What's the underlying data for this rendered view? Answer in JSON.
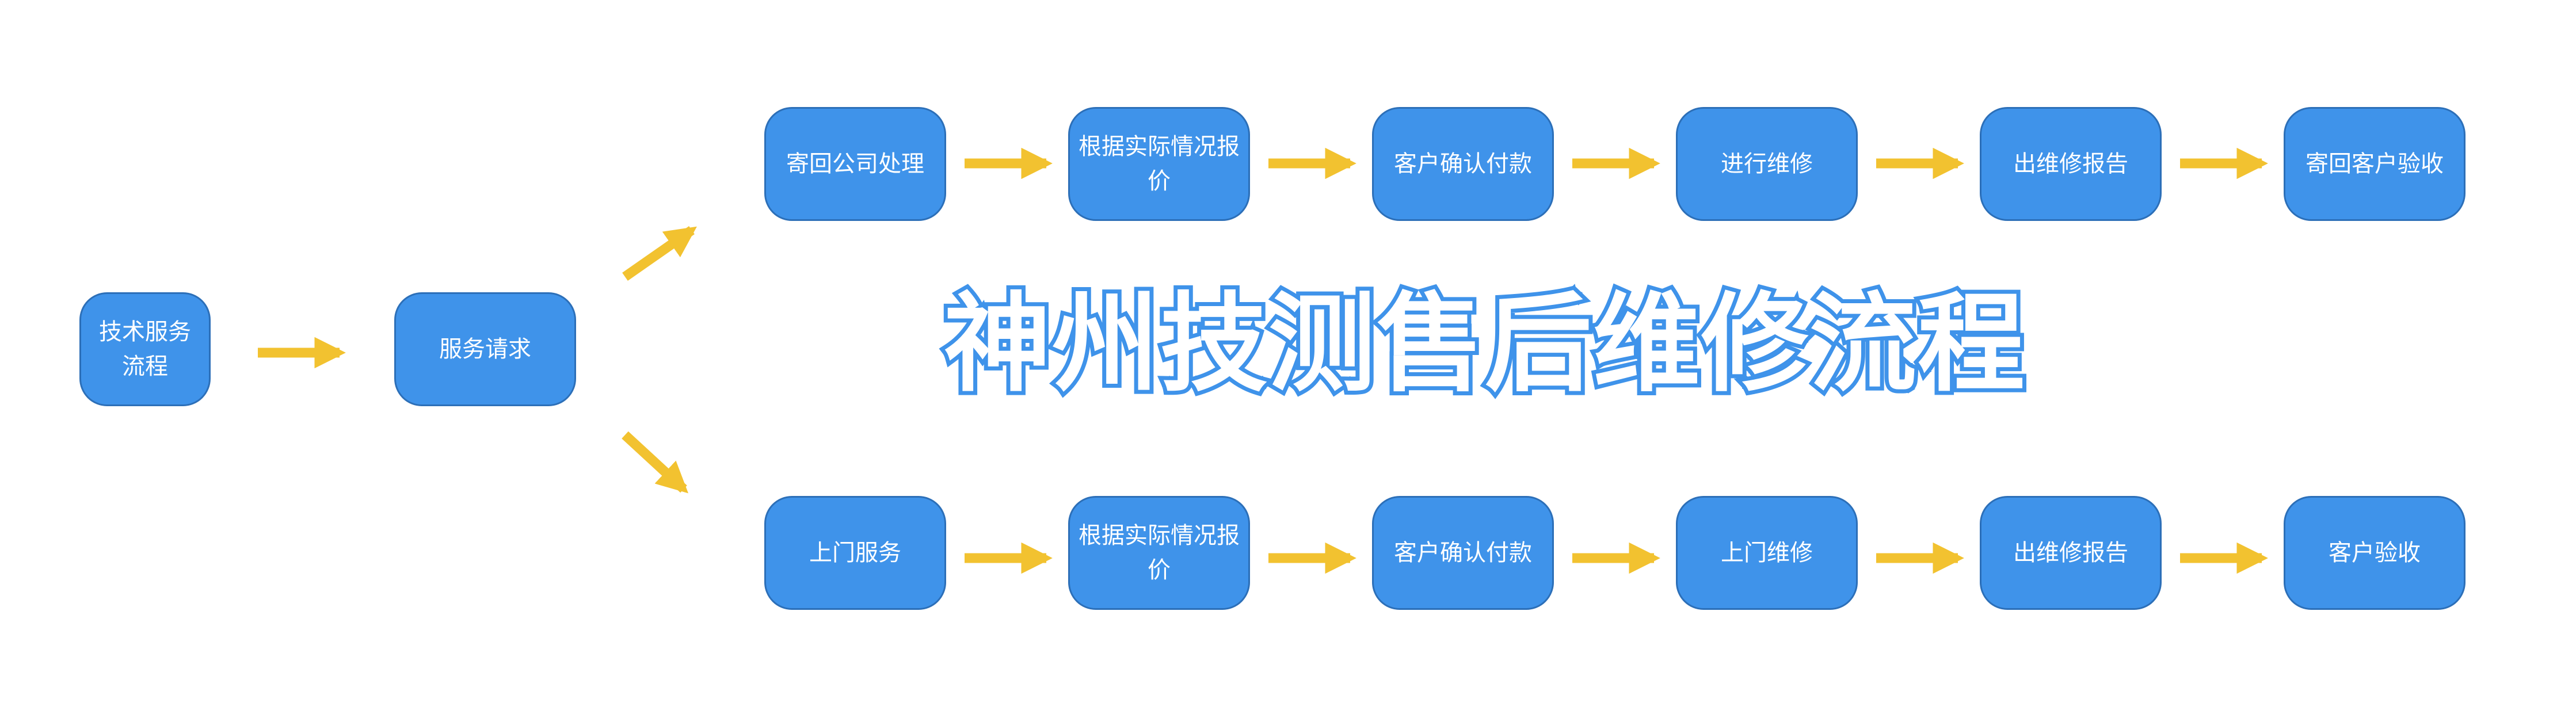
{
  "title": "神州技测售后维修流程",
  "colors": {
    "node_fill": "#3f93ea",
    "node_border": "#2c6fb8",
    "arrow": "#f2c230",
    "title_fill": "#ffffff",
    "title_stroke": "#3f93ea"
  },
  "start_node": "技术服务流程",
  "request_node": "服务请求",
  "upper_flow": [
    "寄回公司处理",
    "根据实际情况报价",
    "客户确认付款",
    "进行维修",
    "出维修报告",
    "寄回客户验收"
  ],
  "lower_flow": [
    "上门服务",
    "根据实际情况报价",
    "客户确认付款",
    "上门维修",
    "出维修报告",
    "客户验收"
  ]
}
